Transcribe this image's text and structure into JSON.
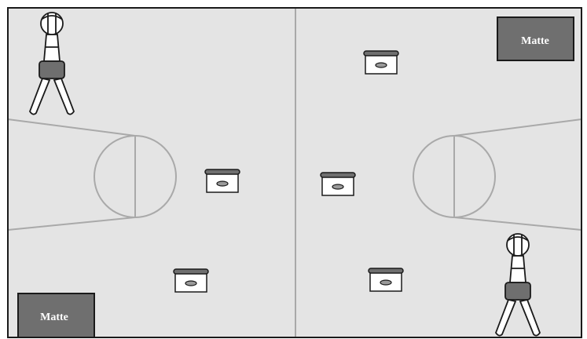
{
  "colors": {
    "court_floor": "#e4e4e4",
    "court_lines": "#a9a9a9",
    "outline": "#1a1a1a",
    "mat_fill": "#6f6f6f",
    "mat_text": "#ffffff"
  },
  "mats": [
    {
      "label": "Matte"
    },
    {
      "label": "Matte"
    }
  ],
  "objects": {
    "boxes": 5,
    "figures": 2,
    "figure_icon": "person-with-ball-icon",
    "box_icon": "vaulting-box-icon"
  }
}
